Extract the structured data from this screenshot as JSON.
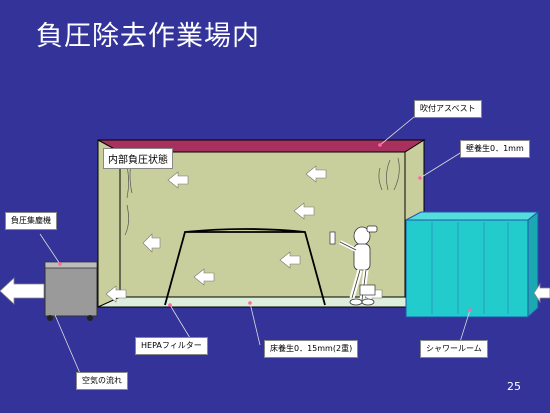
{
  "title": "負圧除去作業場内",
  "page_number": "25",
  "labels": {
    "inner_state": "内部負圧状態",
    "sprayed_asbestos": "吹付アスベスト",
    "wall_curing": "壁養生0．1mm",
    "negative_pressure_unit": "負圧集塵機",
    "hepa_filter": "HEPAフィルター",
    "floor_curing": "床養生0．15mm(2重)",
    "shower_room": "シャワールーム",
    "air_flow": "空気の流れ"
  },
  "colors": {
    "background": "#33339a",
    "room_wall": "#c9cf9c",
    "ceiling_asbestos": "#a8305e",
    "floor": "#ddeedd",
    "shower": "#22cccc",
    "unit": "#9a9a9a"
  },
  "icons": {
    "arrow": "white-block-arrow",
    "worker": "protective-suit-worker"
  }
}
